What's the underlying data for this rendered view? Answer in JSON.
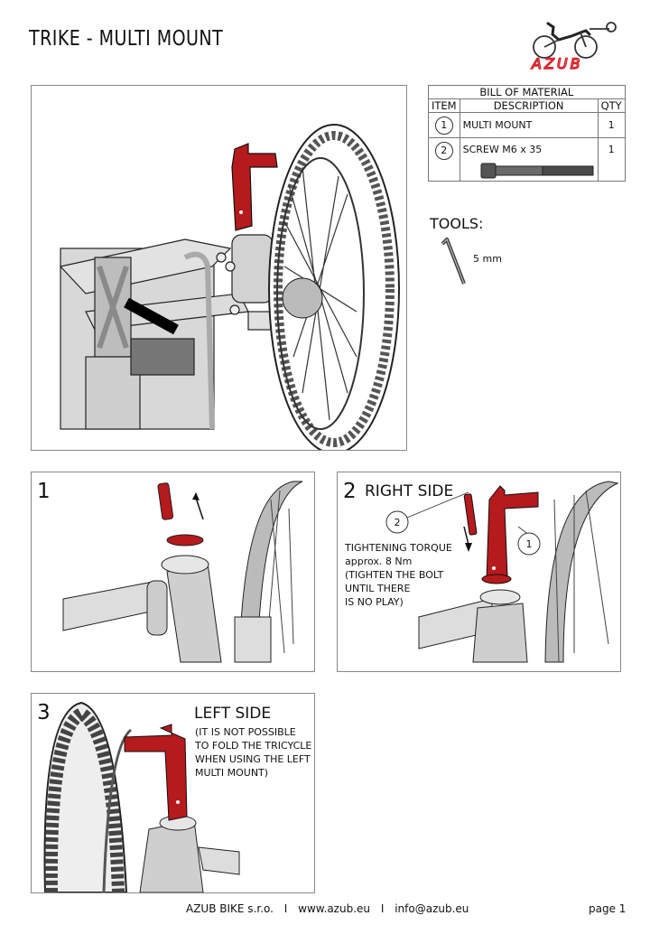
{
  "header": {
    "title": "TRIKE - MULTI MOUNT",
    "logo_text": "AZUB",
    "brand_color": "#d7262e"
  },
  "bom": {
    "title": "BILL OF MATERIAL",
    "columns": [
      "ITEM",
      "DESCRIPTION",
      "QTY"
    ],
    "rows": [
      {
        "item": "1",
        "description": "MULTI MOUNT",
        "qty": "1"
      },
      {
        "item": "2",
        "description": "SCREW M6 x 35",
        "qty": "1"
      }
    ]
  },
  "tools": {
    "label": "TOOLS:",
    "items": [
      {
        "icon": "allen-key-icon",
        "size": "5 mm"
      }
    ]
  },
  "steps": [
    {
      "number": "1",
      "title": "",
      "note": []
    },
    {
      "number": "2",
      "title": "RIGHT SIDE",
      "callouts": [
        "2",
        "1"
      ],
      "note": [
        "TIGHTENING TORQUE",
        "approx. 8 Nm",
        "(TIGHTEN THE BOLT",
        "UNTIL THERE",
        "IS NO PLAY)"
      ]
    },
    {
      "number": "3",
      "title": "LEFT SIDE",
      "note": [
        "(IT IS NOT POSSIBLE",
        "TO FOLD THE TRICYCLE",
        "WHEN USING THE LEFT",
        "MULTI MOUNT)"
      ]
    }
  ],
  "footer": {
    "company": "AZUB BIKE s.r.o.",
    "sep": "I",
    "website": "www.azub.eu",
    "email": "info@azub.eu",
    "page": "page 1"
  },
  "colors": {
    "part_red": "#b51a1d",
    "frame_gray": "#c9c9c9",
    "outline": "#222222"
  }
}
